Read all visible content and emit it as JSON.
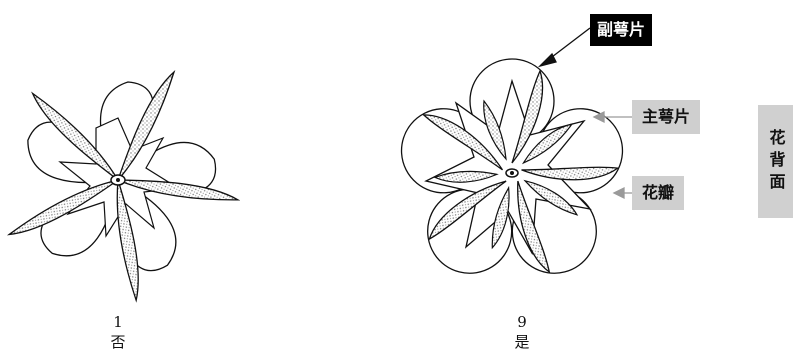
{
  "labels": {
    "secondary_calyx": "副萼片",
    "primary_calyx": "主萼片",
    "petal": "花瓣",
    "side_tab": "花背面"
  },
  "figures": [
    {
      "number": "1",
      "answer": "否"
    },
    {
      "number": "9",
      "answer": "是"
    }
  ],
  "colors": {
    "label_dark_bg": "#000000",
    "label_gray_bg": "#cfcfcf",
    "stipple": "#777777"
  }
}
